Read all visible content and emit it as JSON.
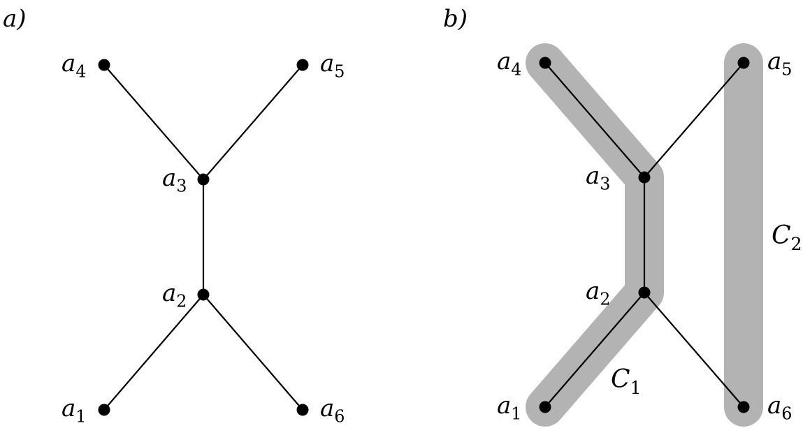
{
  "panels": [
    {
      "id": "a",
      "label": "a)",
      "nodes": [
        "a1",
        "a2",
        "a3",
        "a4",
        "a5",
        "a6"
      ],
      "edges": [
        [
          "a4",
          "a3"
        ],
        [
          "a5",
          "a3"
        ],
        [
          "a3",
          "a2"
        ],
        [
          "a2",
          "a1"
        ],
        [
          "a2",
          "a6"
        ]
      ],
      "node_labels": {
        "a1": {
          "base": "a",
          "sub": "1"
        },
        "a2": {
          "base": "a",
          "sub": "2"
        },
        "a3": {
          "base": "a",
          "sub": "3"
        },
        "a4": {
          "base": "a",
          "sub": "4"
        },
        "a5": {
          "base": "a",
          "sub": "5"
        },
        "a6": {
          "base": "a",
          "sub": "6"
        }
      }
    },
    {
      "id": "b",
      "label": "b)",
      "nodes": [
        "a1",
        "a2",
        "a3",
        "a4",
        "a5",
        "a6"
      ],
      "edges": [
        [
          "a4",
          "a3"
        ],
        [
          "a5",
          "a3"
        ],
        [
          "a3",
          "a2"
        ],
        [
          "a2",
          "a1"
        ],
        [
          "a2",
          "a6"
        ]
      ],
      "node_labels": {
        "a1": {
          "base": "a",
          "sub": "1"
        },
        "a2": {
          "base": "a",
          "sub": "2"
        },
        "a3": {
          "base": "a",
          "sub": "3"
        },
        "a4": {
          "base": "a",
          "sub": "4"
        },
        "a5": {
          "base": "a",
          "sub": "5"
        },
        "a6": {
          "base": "a",
          "sub": "6"
        }
      },
      "chains": [
        {
          "id": "C1",
          "base": "C",
          "sub": "1",
          "path": [
            "a4",
            "a3",
            "a2",
            "a1"
          ]
        },
        {
          "id": "C2",
          "base": "C",
          "sub": "2",
          "path": [
            "a5",
            "a6"
          ]
        }
      ]
    }
  ],
  "colors": {
    "edge": "#000000",
    "node": "#000000",
    "chain_highlight": "#b3b3b3",
    "background": "#ffffff"
  }
}
